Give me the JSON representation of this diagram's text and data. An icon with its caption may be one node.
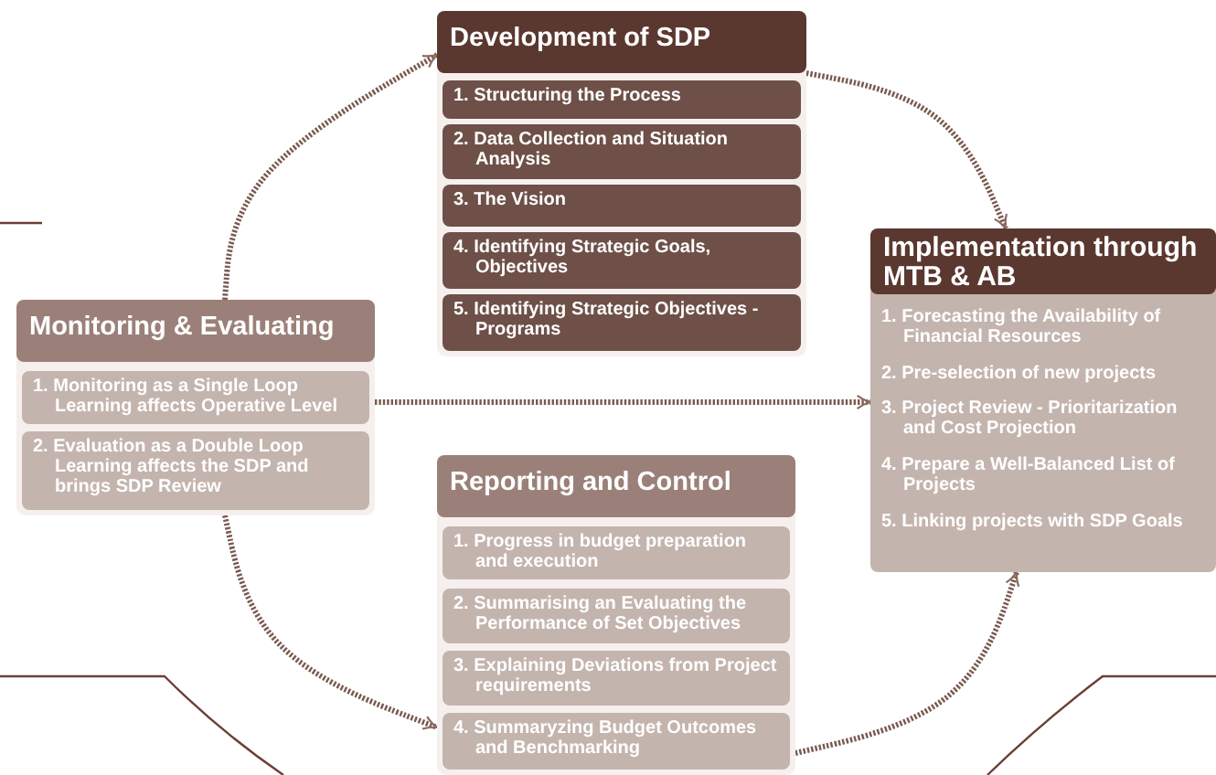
{
  "diagram": {
    "nodes": [
      {
        "text": [
          "Development of SDP"
        ]
      },
      {
        "text": [
          "1. Structuring the Process"
        ],
        "in": 0
      },
      {
        "text": [
          "2. Data Collection and Situation Analysis"
        ],
        "in": 0
      },
      {
        "text": [
          "3. The Vision"
        ],
        "in": 0
      },
      {
        "text": [
          "4. Identifying Strategic Goals, Objectives"
        ],
        "in": 0
      },
      {
        "text": [
          "5. Identifying Strategic Objectives - Programs"
        ],
        "in": 0
      },
      {
        "text": [
          "Monitoring & Evaluating"
        ]
      },
      {
        "text": [
          "1. Monitoring as a Single Loop Learning affects Operative Level"
        ],
        "in": 6
      },
      {
        "text": [
          "2. Evaluation as a Double Loop Learning affects the SDP and brings SDP Review"
        ],
        "in": 6
      },
      {
        "text": [
          "Implementation through MTB & AB",
          "1. Forecasting the Availability of Financial Resources",
          "2. Pre-selection of new projects",
          "3. Project Review - Prioritarization and Cost Projection",
          "4. Prepare a Well-Balanced List of Projects",
          "5. Linking projects with SDP Goals"
        ]
      },
      {
        "text": [
          "Reporting and Control"
        ]
      },
      {
        "text": [
          "1. Progress in budget preparation and execution"
        ],
        "in": 10
      },
      {
        "text": [
          "2. Summarising an Evaluating the Performance of Set Objectives"
        ],
        "in": 10
      },
      {
        "text": [
          "3. Explaining Deviations from Project requirements"
        ],
        "in": 10
      },
      {
        "text": [
          "4. Summaryzing Budget Outcomes and Benchmarking"
        ],
        "in": 10
      }
    ],
    "edges": [
      {
        "from": 6,
        "to": 0,
        "arrow": "to",
        "style": "dashed"
      },
      {
        "from": 0,
        "to": 9,
        "arrow": "to",
        "style": "dashed"
      },
      {
        "from": 6,
        "to": 9,
        "arrow": "to",
        "style": "dashed"
      },
      {
        "from": 6,
        "to": 10,
        "arrow": "to",
        "style": "dashed"
      },
      {
        "from": 10,
        "to": 9,
        "arrow": "to",
        "style": "dashed"
      }
    ]
  }
}
